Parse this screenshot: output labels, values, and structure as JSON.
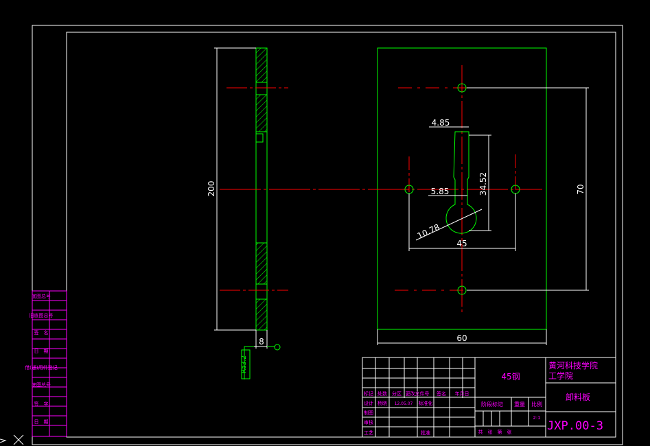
{
  "colors": {
    "background": "#000000",
    "border": "#ffffff",
    "part": "#00ff00",
    "center_line": "#ff0000",
    "side_table": "#ff00ff",
    "text": "#ffffff"
  },
  "side_view": {
    "dim_height": "200",
    "dim_thickness": "8",
    "surface_roughness": "Ra3.2"
  },
  "front_view": {
    "dim_slot_width_top": "4.85",
    "dim_slot_width_neck": "5.85",
    "dim_slot_length": "34.52",
    "dim_circle": "10.78",
    "dim_hole_spacing_x": "45",
    "dim_hole_spacing_y": "70",
    "dim_width": "60"
  },
  "title_block": {
    "material": "45钢",
    "school_line1": "黄河科技学院",
    "school_line2": "工学院",
    "part_name": "卸料板",
    "drawing_number": "JXP.00-3",
    "scale": "2:1",
    "headers": {
      "mark": "标记",
      "count": "处数",
      "zone": "分区",
      "change_doc": "更改文件号",
      "signature": "签名",
      "date": "年月日",
      "design": "设计",
      "designer": "杨晓",
      "design_date": "12.05.07",
      "standardize": "标准化",
      "stage_mark": "阶段标记",
      "weight": "重量",
      "ratio": "比例",
      "check": "审核",
      "process": "工艺",
      "approve": "批准",
      "sheets_total": "共",
      "sheet_label": "张",
      "sheet_no": "第",
      "sheet_label2": "张",
      "draw": "制图"
    }
  },
  "side_table": {
    "rows": [
      "底图总号",
      "旧底图总号",
      "签　名",
      "日　期",
      "借(通)用件登记",
      "底图总号",
      "签　字",
      "日　期"
    ]
  }
}
